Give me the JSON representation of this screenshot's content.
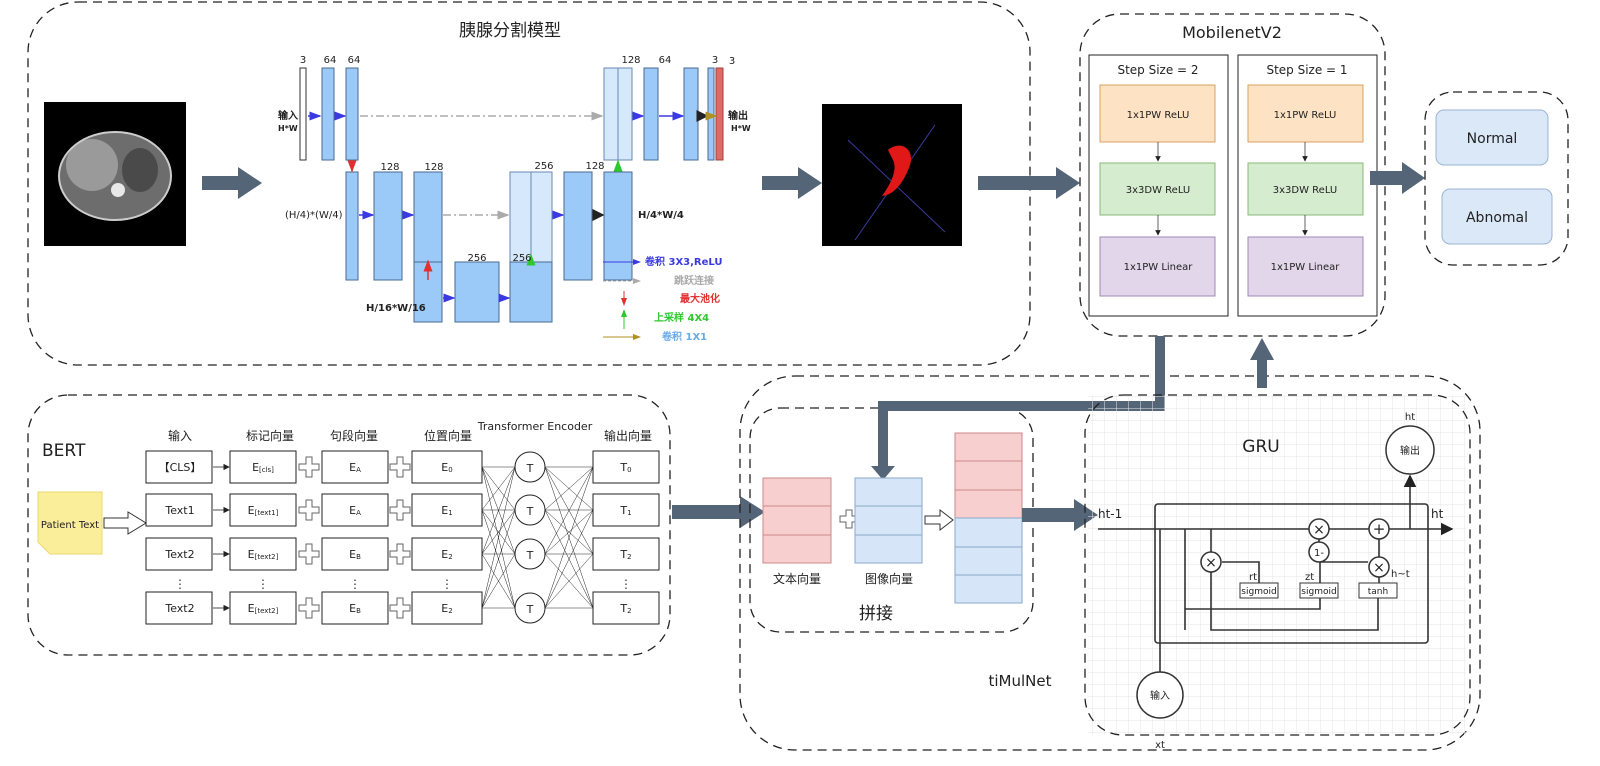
{
  "segmentation": {
    "title": "胰腺分割模型",
    "input_label": "输入",
    "input_size": "H*W",
    "output_label": "输出",
    "output_size": "H*W",
    "level2_size": "(H/4)*(W/4)",
    "level2_size_right": "H/4*W/4",
    "level3_size": "H/16*W/16",
    "channels": {
      "in": "3",
      "e1a": "64",
      "e1b": "64",
      "e2a": "128",
      "e2b": "128",
      "e3a": "256",
      "e3b": "256",
      "d2cat": "256",
      "d2": "128",
      "d1cat": "128",
      "d1": "64",
      "d1out": "3",
      "out": "3"
    },
    "legend": [
      {
        "label": "卷积 3X3,ReLU",
        "color": "#3a3ae0"
      },
      {
        "label": "跳跃连接",
        "color": "#aaaaaa"
      },
      {
        "label": "最大池化",
        "color": "#e03030"
      },
      {
        "label": "上采样 4X4",
        "color": "#2ec82e"
      },
      {
        "label": "卷积 1X1",
        "color": "#6aaae8"
      }
    ]
  },
  "mobilenet": {
    "title": "MobilenetV2",
    "columns": [
      {
        "header": "Step Size = 2",
        "blocks": [
          "1x1PW ReLU",
          "3x3DW ReLU",
          "1x1PW Linear"
        ]
      },
      {
        "header": "Step Size = 1",
        "blocks": [
          "1x1PW ReLU",
          "3x3DW ReLU",
          "1x1PW Linear"
        ]
      }
    ],
    "block_colors": [
      "#fde3c4",
      "#d6eccf",
      "#e2d6ea"
    ]
  },
  "outputs": {
    "classes": [
      "Normal",
      "Abnomal"
    ]
  },
  "bert": {
    "title": "BERT",
    "patient_text": "Patient Text",
    "headers": [
      "输入",
      "标记向量",
      "句段向量",
      "位置向量",
      "Transformer Encoder",
      "输出向量"
    ],
    "rows": [
      {
        "input": "【CLS】",
        "token": "E",
        "token_sub": "[cls]",
        "segment": "E",
        "segment_sub": "A",
        "position": "E",
        "position_sub": "0",
        "transformer": "T",
        "output": "T",
        "output_sub": "0"
      },
      {
        "input": "Text1",
        "token": "E",
        "token_sub": "[text1]",
        "segment": "E",
        "segment_sub": "A",
        "position": "E",
        "position_sub": "1",
        "transformer": "T",
        "output": "T",
        "output_sub": "1"
      },
      {
        "input": "Text2",
        "token": "E",
        "token_sub": "[text2]",
        "segment": "E",
        "segment_sub": "B",
        "position": "E",
        "position_sub": "2",
        "transformer": "T",
        "output": "T",
        "output_sub": "2"
      },
      {
        "input": "Text2",
        "token": "E",
        "token_sub": "[text2]",
        "segment": "E",
        "segment_sub": "B",
        "position": "E",
        "position_sub": "2",
        "transformer": "T",
        "output": "T",
        "output_sub": "2"
      }
    ],
    "ellipsis": "⋮"
  },
  "fusion": {
    "text_vector": "文本向量",
    "image_vector": "图像向量",
    "concat": "拼接",
    "model_name": "tiMulNet"
  },
  "gru": {
    "title": "GRU",
    "h_prev": "ht-1",
    "h_out": "ht",
    "h_top": "ht",
    "output": "输出",
    "input": "输入",
    "x": "xt",
    "rt": "rt",
    "zt": "zt",
    "h_tilde": "h~t",
    "sigmoid1": "sigmoid",
    "sigmoid2": "sigmoid",
    "tanh": "tanh",
    "one_minus": "1-",
    "mul": "×",
    "add": "+"
  }
}
